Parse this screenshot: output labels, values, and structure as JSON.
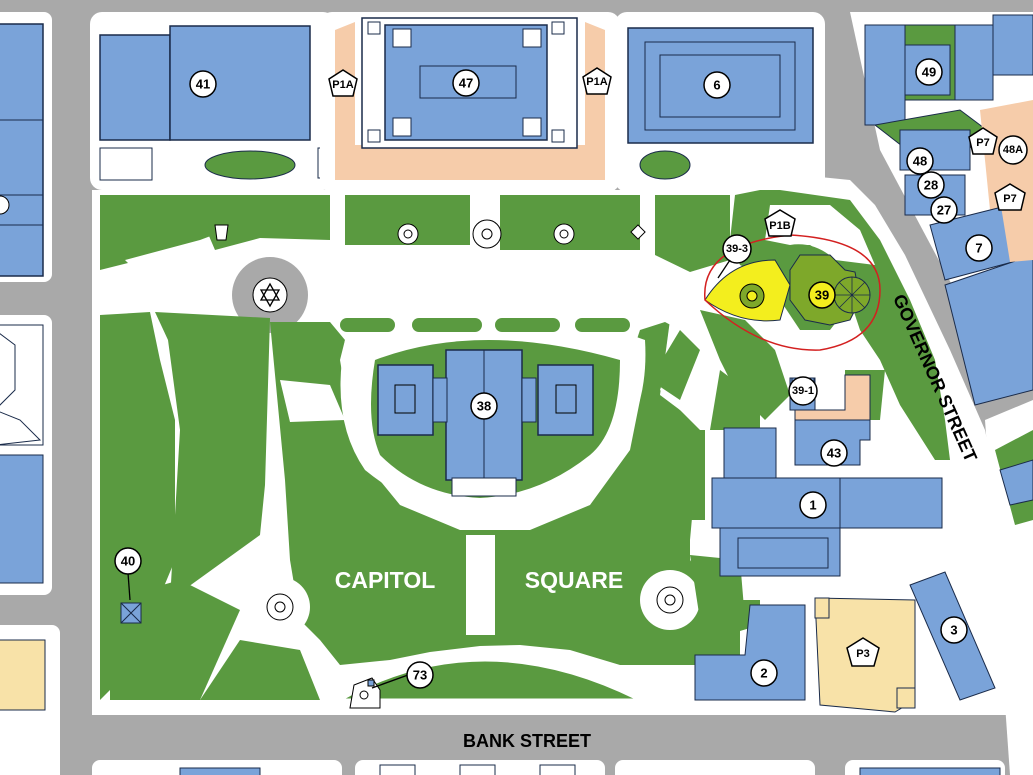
{
  "colors": {
    "road": "#a9a9a9",
    "sidewalk": "#ffffff",
    "grass": "#5a9a40",
    "building": "#7aa3d9",
    "parking": "#f6ccaa",
    "parking_yellow": "#f8e2a8",
    "highlight": "#f3ee1e",
    "highlight_building": "#7ea82a",
    "circle": "#e53935"
  },
  "labels": {
    "capitol": "CAPITOL",
    "square": "SQUARE",
    "bank_street": "BANK STREET",
    "governor_street": "GOVERNOR STREET"
  },
  "buildings": {
    "b41": "41",
    "b47": "47",
    "b6": "6",
    "b49": "49",
    "b48": "48",
    "b48a": "48A",
    "b28": "28",
    "b27": "27",
    "b7": "7",
    "b39": "39",
    "b39_3": "39-3",
    "b39_1": "39-1",
    "b38": "38",
    "b43": "43",
    "b1": "1",
    "b40": "40",
    "b73": "73",
    "b2": "2",
    "b3": "3"
  },
  "parking": {
    "p1a_left": "P1A",
    "p1a_right": "P1A",
    "p1b": "P1B",
    "p7_top": "P7",
    "p7_right": "P7",
    "p3": "P3"
  },
  "icons": {
    "star_of_david": "star-of-david-icon",
    "fountain": "fountain-icon",
    "monument": "monument-icon"
  }
}
